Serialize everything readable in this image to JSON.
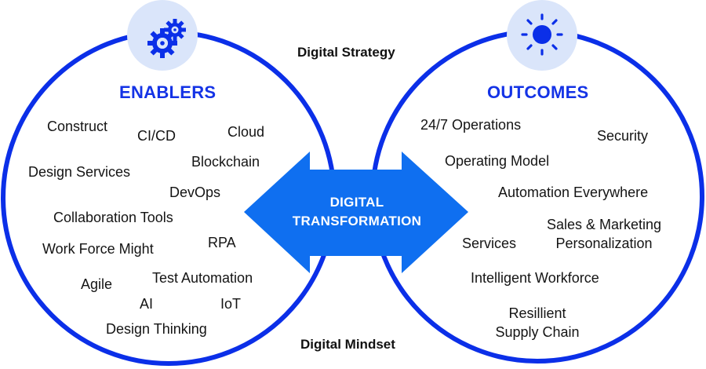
{
  "colors": {
    "circle_stroke": "#0b2fe8",
    "arrow_fill": "#0f6ff0",
    "title_blue": "#1433e6",
    "icon_badge_bg": "#dae5fa",
    "icon_fill": "#0b2fe8"
  },
  "header_label": "Digital Strategy",
  "footer_label": "Digital Mindset",
  "center_arrow": {
    "line1": "DIGITAL",
    "line2": "TRANSFORMATION"
  },
  "left_circle": {
    "title": "ENABLERS",
    "icon": "gears-icon",
    "items": [
      "Construct",
      "CI/CD",
      "Cloud",
      "Blockchain",
      "Design Services",
      "DevOps",
      "Collaboration Tools",
      "RPA",
      "Work Force Might",
      "Test Automation",
      "Agile",
      "AI",
      "IoT",
      "Design Thinking"
    ]
  },
  "right_circle": {
    "title": "OUTCOMES",
    "icon": "sun-icon",
    "items": [
      "24/7 Operations",
      "Security",
      "Operating Model",
      "Automation Everywhere",
      "Sales & Marketing",
      "Personalization",
      "Services",
      "Intelligent Workforce",
      "Resillient",
      "Supply Chain"
    ]
  }
}
